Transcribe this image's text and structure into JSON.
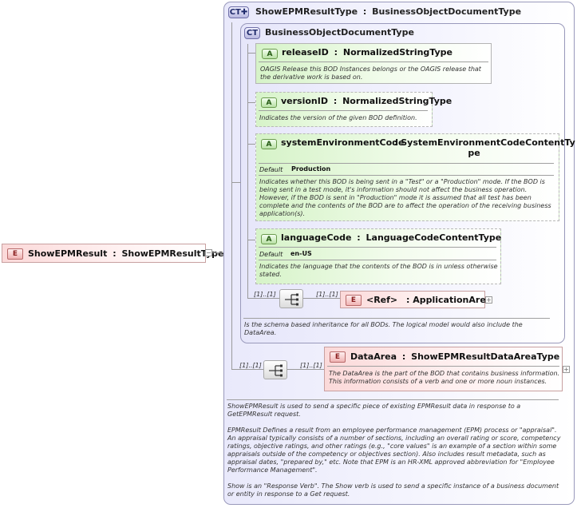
{
  "root": {
    "badge": "E",
    "name": "ShowEPMResult",
    "type": "ShowEPMResultType"
  },
  "outer_type": {
    "badge": "CT",
    "name": "ShowEPMResultType",
    "base": "BusinessObjectDocumentType",
    "documentation": [
      "ShowEPMResult is used to send a specific piece of existing EPMResult data in response to a GetEPMResult request.",
      "EPMResult  Defines a result from an employee performance management (EPM) process or \"appraisal\". An appraisal typically consists of a number of sections, including an overall rating or score, competency ratings, objective ratings, and other ratings (e.g., \"core values\" is an example of a section within some appraisals outside of the competency or objectives section). Also includes result metadata, such as appraisal dates, \"prepared by,\" etc. Note that EPM is an HR-XML approved abbreviation for \"Employee Performance Management\".",
      "Show is an \"Response Verb\". The Show verb is used to send a specific instance of a business document or entity in response to a Get request."
    ]
  },
  "inner_type": {
    "badge": "CT",
    "name": "BusinessObjectDocumentType",
    "documentation": "Is the schema based inheritance for all BODs. The logical model would also include the DataArea."
  },
  "attributes": [
    {
      "badge": "A",
      "name": "releaseID",
      "type": "NormalizedStringType",
      "documentation": "OAGIS Release this BOD Instances belongs or the OAGIS release that the derivative work is based on."
    },
    {
      "badge": "A",
      "name": "versionID",
      "type": "NormalizedStringType",
      "documentation": "Indicates the version of the given BOD definition."
    },
    {
      "badge": "A",
      "name": "systemEnvironmentCode",
      "type_line1": ": SystemEnvironmentCodeContentTy",
      "type_line2": "pe",
      "default_label": "Default",
      "default_value": "Production",
      "documentation": "Indicates whether this BOD is being sent in a \"Test\" or a \"Production\" mode. If the BOD is being sent in a test mode, it's information should not affect the business operation. However, if the BOD is sent in \"Production\" mode it is assumed that all test has been complete and the contents of the BOD are to affect the operation of the receiving business application(s)."
    },
    {
      "badge": "A",
      "name": "languageCode",
      "type": "LanguageCodeContentType",
      "default_label": "Default",
      "default_value": "en-US",
      "documentation": "Indicates the language that the contents of the BOD is in unless otherwise stated."
    }
  ],
  "application_area": {
    "badge": "E",
    "name": "<Ref>",
    "type": ": ApplicationArea",
    "card_in": "[1]..[1]",
    "card_out": "[1]..[1]"
  },
  "data_area": {
    "badge": "E",
    "name": "DataArea",
    "type": "ShowEPMResultDataAreaType",
    "card_in": "[1]..[1]",
    "card_out": "[1]..[1]",
    "documentation": "The DataArea is the part of the BOD that contains business information. This information consists of a verb and one or more noun instances."
  },
  "symbols": {
    "sep": ":",
    "expand": "+",
    "collapse": "−"
  },
  "colors": {
    "element_fill": "#fbd9d9",
    "attribute_fill": "#d6f3c8",
    "complex_type_fill": "#e9e9fb",
    "connector": "#9a9a9a"
  }
}
